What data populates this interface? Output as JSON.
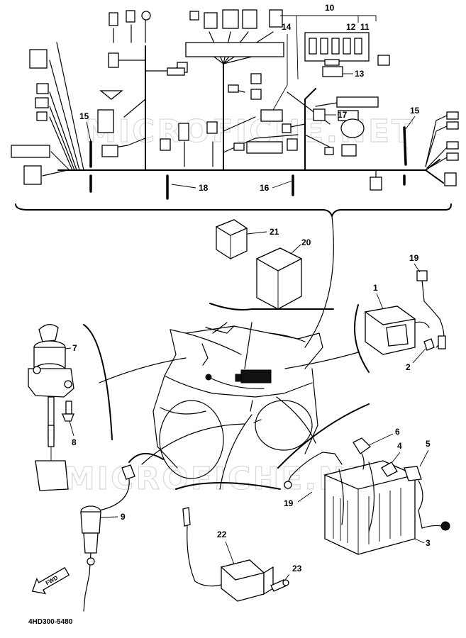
{
  "diagram": {
    "watermark": "MICROFICHE.NET",
    "footer_code": "4HD300-5480",
    "fwd_label": "FWD",
    "callouts": [
      "1",
      "2",
      "3",
      "4",
      "5",
      "6",
      "7",
      "8",
      "9",
      "10",
      "11",
      "12",
      "13",
      "14",
      "15",
      "15",
      "16",
      "17",
      "18",
      "19",
      "19",
      "20",
      "21",
      "22",
      "23"
    ]
  }
}
